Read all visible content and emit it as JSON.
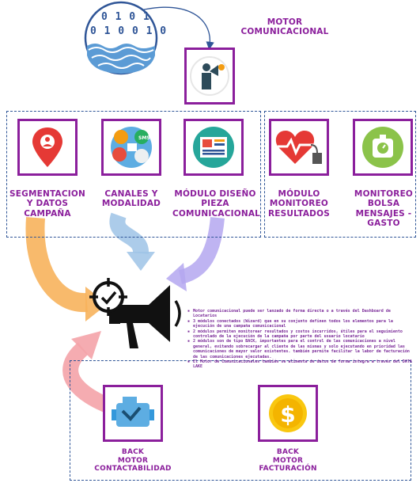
{
  "title": "MOTOR\nCOMUNICACIONAL",
  "binary_rows": [
    "0 1 0 1",
    "0 1 0 0 1 0"
  ],
  "modules": [
    {
      "label": "SEGMENTACION\nY DATOS\nCAMPAÑA",
      "icon": "map-pin-icon"
    },
    {
      "label": "CANALES Y\nMODALIDAD",
      "icon": "channels-icon"
    },
    {
      "label": "MÓDULO DISEÑO\nPIEZA\nCOMUNICACIONAL",
      "icon": "newsletter-icon"
    },
    {
      "label": "MÓDULO\nMONITOREO\nRESULTADOS",
      "icon": "heart-monitor-icon"
    },
    {
      "label": "MONITOREO\nBOLSA\nMENSAJES -\nGASTO",
      "icon": "scale-icon"
    }
  ],
  "back_modules": [
    {
      "label": "BACK\nMOTOR\nCONTACTABILIDAD",
      "icon": "engine-icon"
    },
    {
      "label": "BACK\nMOTOR\nFACTURACIÓN",
      "icon": "dollar-coin-icon"
    }
  ],
  "notes": [
    "Motor comunicacional puede ser lanzado de forma directa o a través del Dashboard de Locatarios",
    "3 módulos conectados (Wizard) que en su conjunto definen todos los elementos para la ejecución de una campaña comunicacional",
    "2 módulos permiten monitorear resultados y costos incurridos, útiles para el seguimiento controlado de la ejecución de la campaña por parte del usuario locatario",
    "2 módulos son de tipo BACK, importantes para el control de las comunicaciones a nivel general, evitando sobrecargar al cliente de las mismas y solo ejecutando en prioridad las comunicaciones de mayor valor existentes. también permite facilitar la labor de facturación de las comunicaciones ejecutadas.",
    "El Motor de Comunicacionales también se alimenta de datos de forma íntegra a través del DATA LAKE"
  ],
  "colors": {
    "accent": "#8b1f9c",
    "dashed_border": "#2f5597",
    "arrow_orange": "#f7b25c",
    "arrow_blue": "#9dc3e6",
    "arrow_lavender": "#b4a7f0",
    "arrow_pink": "#f4a3a8"
  }
}
